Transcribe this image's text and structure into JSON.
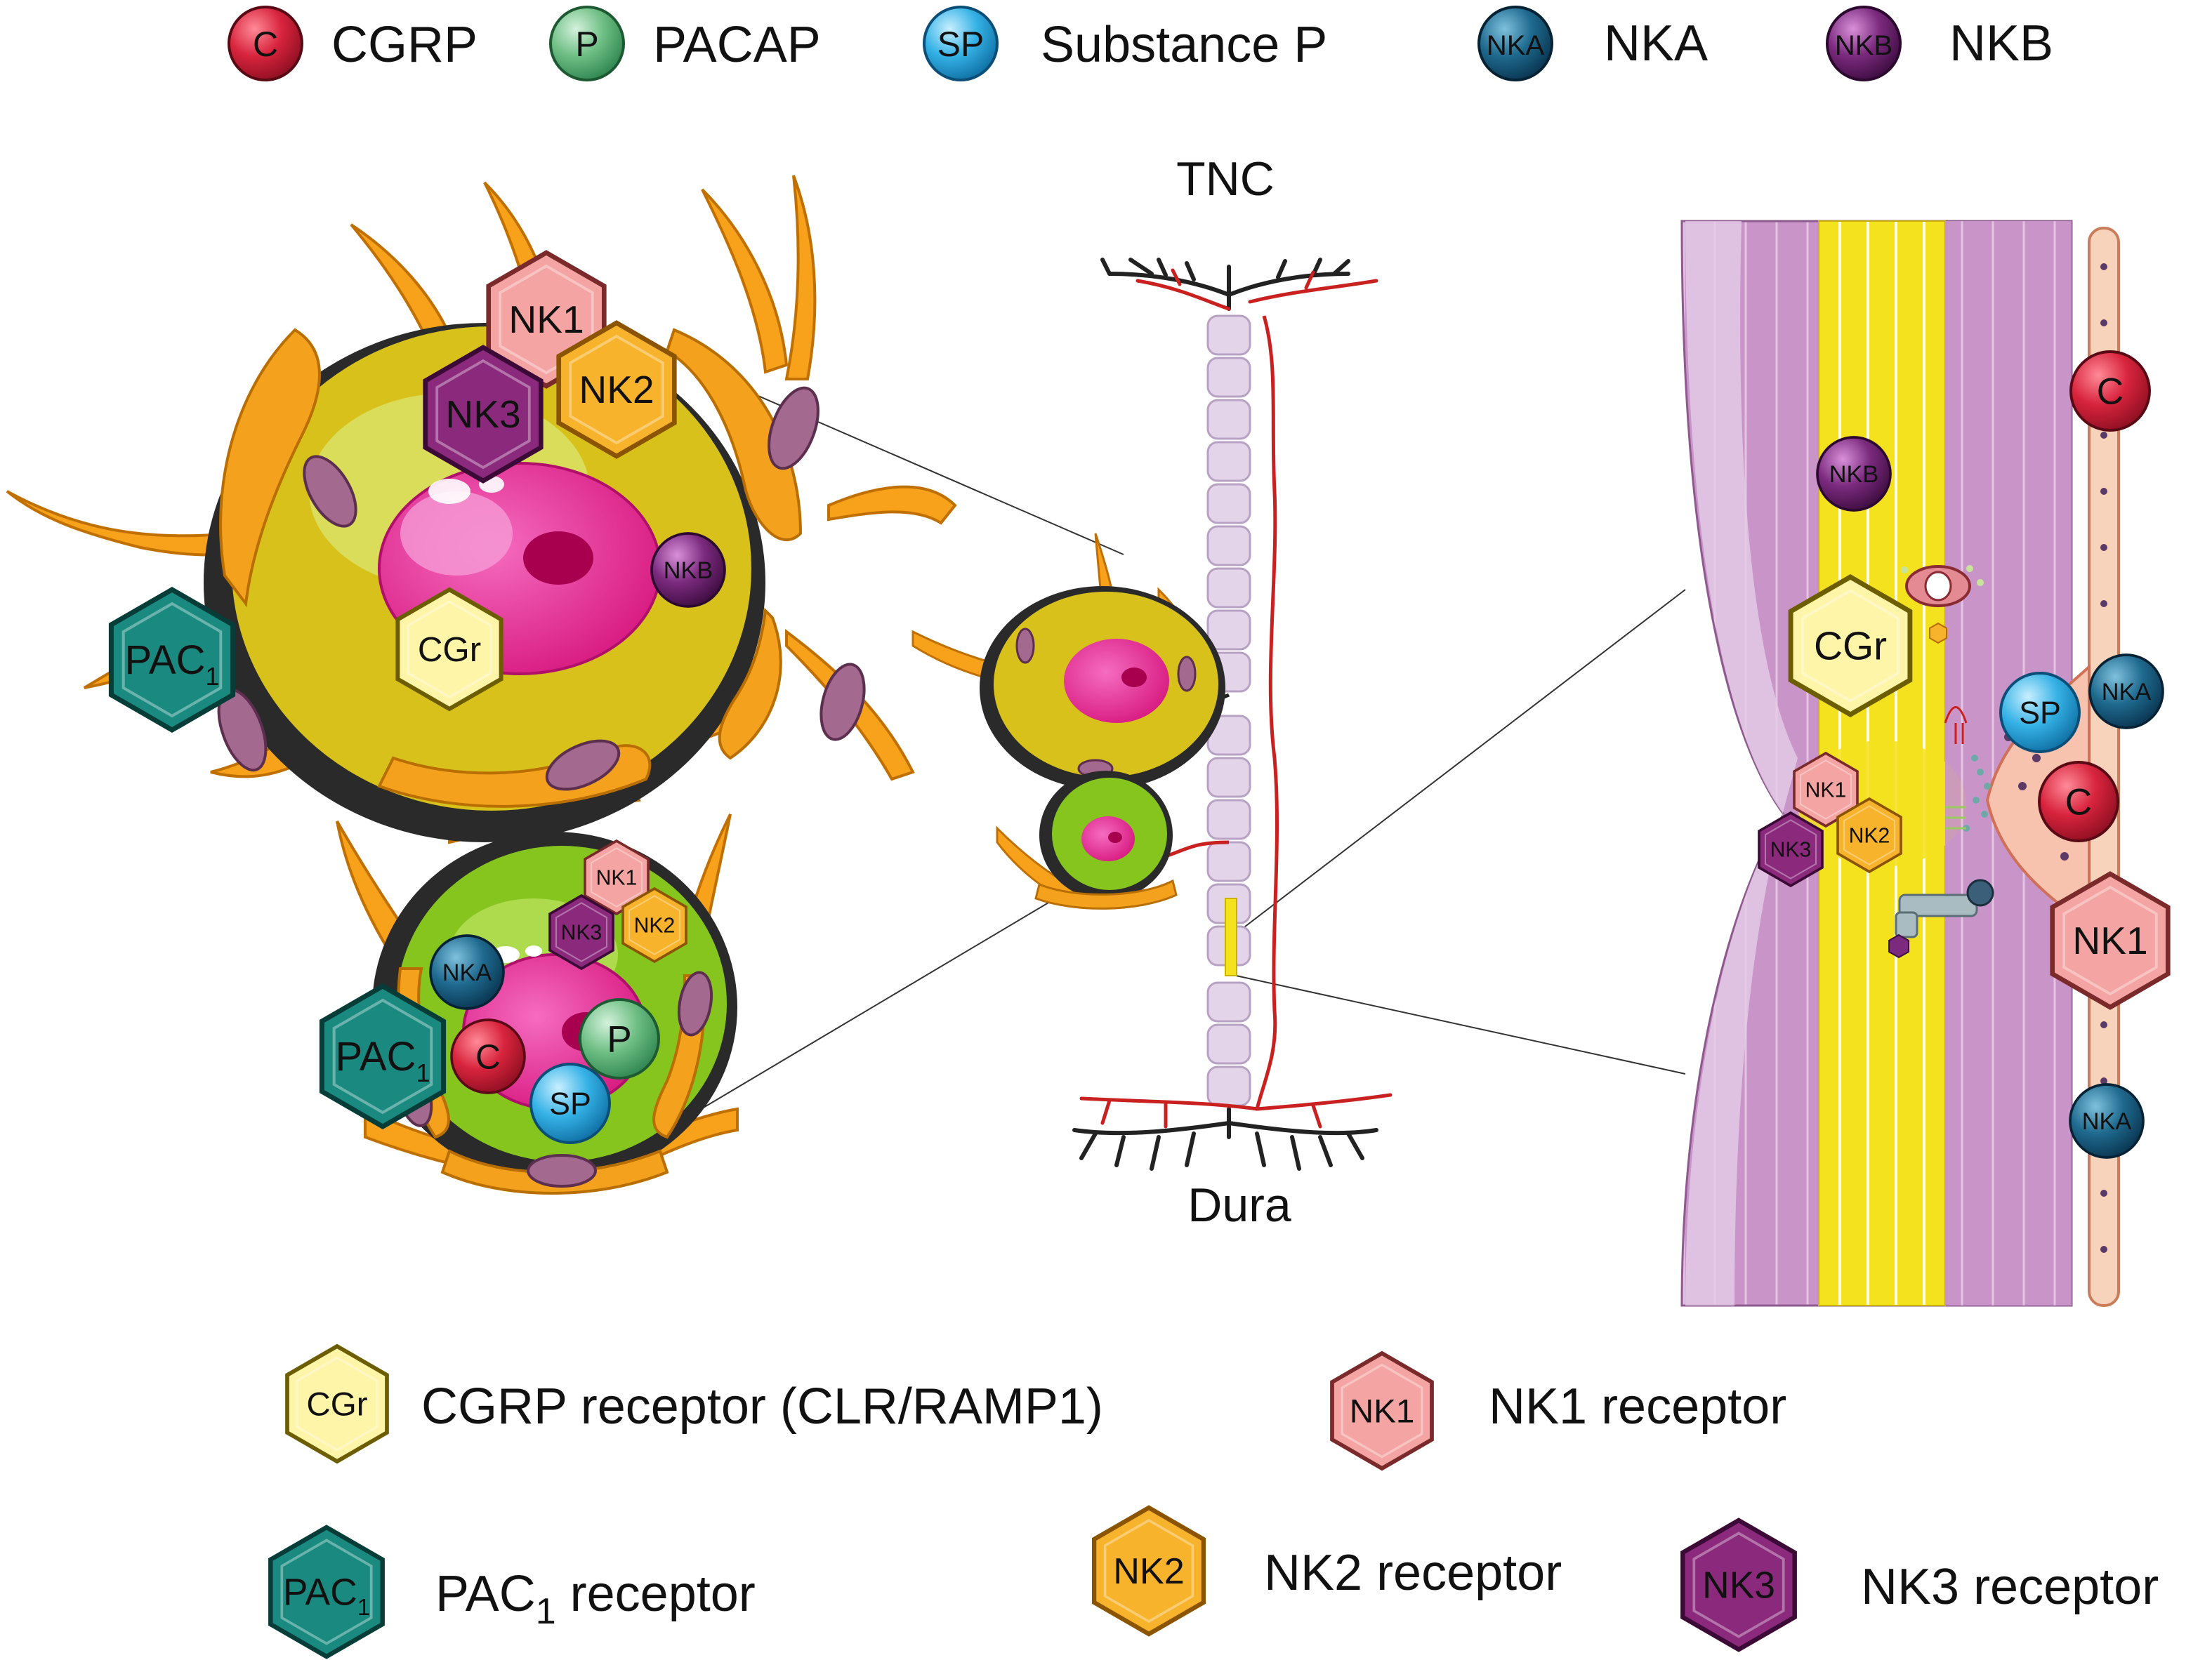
{
  "legend_top": [
    {
      "symbol": "C",
      "label": "CGRP",
      "color": "#d8243d"
    },
    {
      "symbol": "P",
      "label": "PACAP",
      "color": "#6fbf85"
    },
    {
      "symbol": "SP",
      "label": "Substance P",
      "color": "#35b2e6"
    },
    {
      "symbol": "NKA",
      "label": "NKA",
      "color": "#1f6a8f"
    },
    {
      "symbol": "NKB",
      "label": "NKB",
      "color": "#7b2a7e"
    }
  ],
  "center_labels": {
    "top": "TNC",
    "bottom": "Dura"
  },
  "ganglion_large": {
    "receptors": [
      "NK1",
      "NK2",
      "NK3",
      "CGr",
      "PAC"
    ],
    "pac_subscript": "1",
    "ligands": [
      "NKB"
    ]
  },
  "ganglion_small": {
    "receptors": [
      "NK1",
      "NK2",
      "NK3",
      "PAC"
    ],
    "pac_subscript": "1",
    "ligands": [
      "NKA",
      "C",
      "P",
      "SP"
    ]
  },
  "nerve_panel": {
    "receptors": [
      "CGr",
      "NK1",
      "NK2",
      "NK3",
      "NK1"
    ],
    "ligands": [
      "NKB",
      "SP",
      "NKA",
      "C",
      "C",
      "NKA"
    ]
  },
  "legend_bottom": [
    {
      "symbol": "CGr",
      "label": "CGRP receptor (CLR/RAMP1)",
      "color": "#fff5a8"
    },
    {
      "symbol": "NK1",
      "label": "NK1 receptor",
      "color": "#f4a5a3"
    },
    {
      "symbol": "PAC",
      "subscript": "1",
      "label": "PAC",
      "label_subscript": "1",
      "label_suffix": " receptor",
      "color": "#1a8a80"
    },
    {
      "symbol": "NK2",
      "label": "NK2 receptor",
      "color": "#f7b32b"
    },
    {
      "symbol": "NK3",
      "label": "NK3 receptor",
      "color": "#8b2a7d"
    }
  ]
}
